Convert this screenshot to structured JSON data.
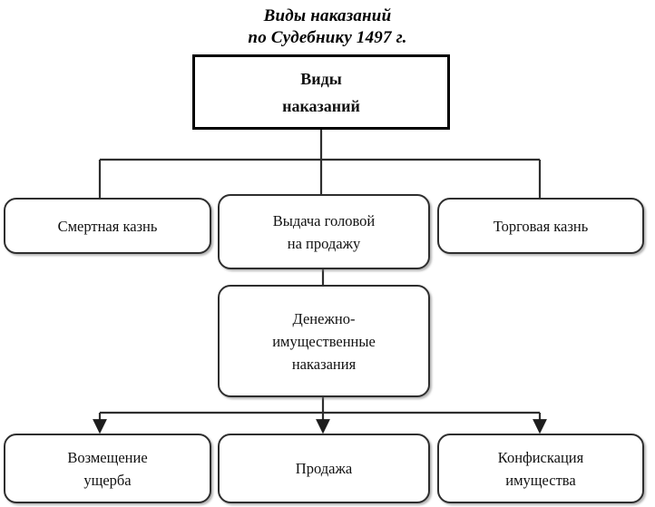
{
  "diagram": {
    "title": "Виды наказаний\nпо Судебнику 1497 г.",
    "nodes": {
      "root": "Виды\nнаказаний",
      "death_penalty": "Смертная казнь",
      "head_sale": "Выдача головой\nна продажу",
      "trade_execution": "Торговая казнь",
      "money_property": "Денежно-\nимущественные\nнаказания",
      "damage_compensation": "Возмещение\nущерба",
      "sale": "Продажа",
      "confiscation": "Конфискация\nимущества"
    },
    "colors": {
      "background": "#ffffff",
      "root_border": "#000000",
      "node_border": "#2e2e2e",
      "connector": "#2e2e2e",
      "text": "#111111"
    }
  }
}
